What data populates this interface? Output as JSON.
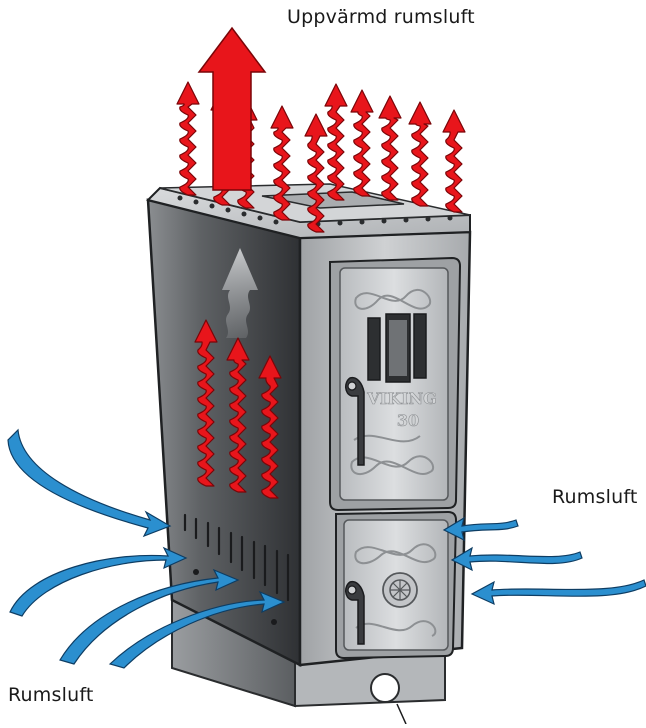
{
  "labels": {
    "heated_air": "Uppvärmd rumsluft",
    "room_air_right": "Rumsluft",
    "room_air_left": "Rumsluft"
  },
  "stove_badge": {
    "name": "VIKING",
    "number": "30"
  },
  "colors": {
    "hot_air": "#e8151b",
    "cold_air": "#2b8fcf",
    "stove_dark": "#3c3f42",
    "stove_light": "#c9cbcd"
  }
}
